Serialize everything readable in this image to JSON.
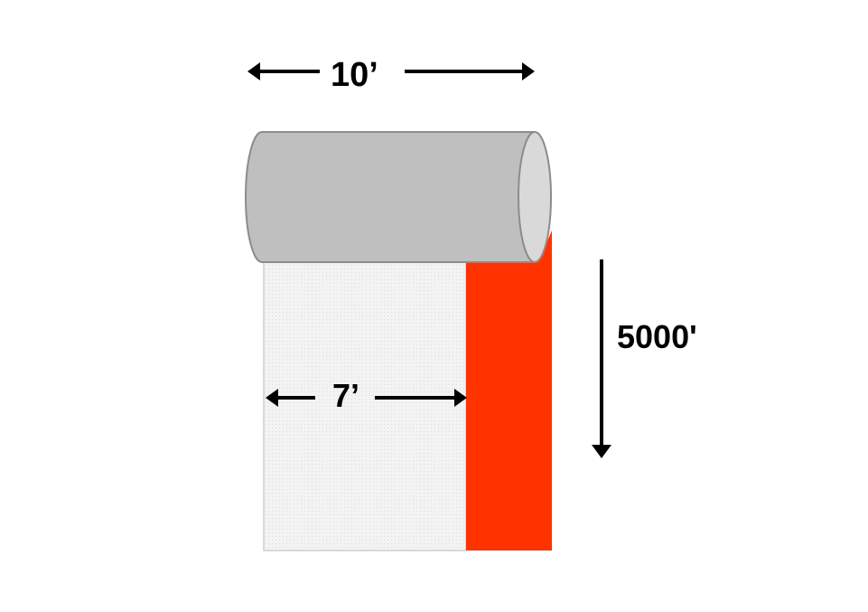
{
  "labels": {
    "roll_width": "10’",
    "sheet_width": "7’",
    "roll_length": "5000'"
  },
  "colors": {
    "roll_body": "#bfbfbf",
    "roll_end": "#d9d9d9",
    "roll_outline": "#8c8c8c",
    "sheet": "#f2f2f2",
    "stripe": "#ff3300",
    "arrow": "#000000"
  }
}
